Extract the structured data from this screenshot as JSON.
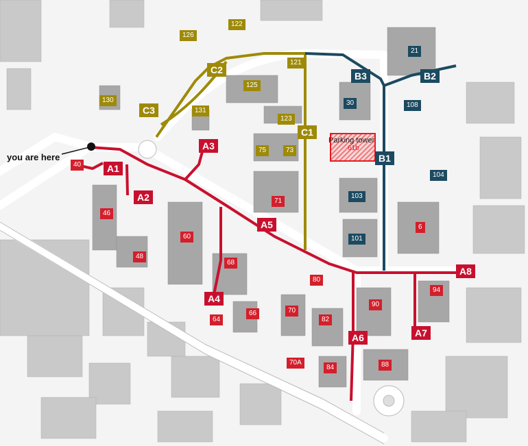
{
  "you_are_here": "you are here",
  "parking_tower": {
    "title": "Parking tower",
    "number": "61b"
  },
  "colors": {
    "red": "#d31f2c",
    "gold": "#9e8a08",
    "blue": "#1c4a60",
    "highlight": "#e8191f"
  },
  "buildings": {
    "b126": "126",
    "b122": "122",
    "b121": "121",
    "b125": "125",
    "b123": "123",
    "b130": "130",
    "b131": "131",
    "b75": "75",
    "b73": "73",
    "b21": "21",
    "b30": "30",
    "b108": "108",
    "b104": "104",
    "b103": "103",
    "b101": "101",
    "b40": "40",
    "b46": "46",
    "b48": "48",
    "b60": "60",
    "b71": "71",
    "b6": "6",
    "b68": "68",
    "b64": "64",
    "b66": "66",
    "b80": "80",
    "b70": "70",
    "b82": "82",
    "b90": "90",
    "b94": "94",
    "b88": "88",
    "b84": "84",
    "b70a": "70A"
  },
  "routes": {
    "A1": "A1",
    "A2": "A2",
    "A3": "A3",
    "A4": "A4",
    "A5": "A5",
    "A6": "A6",
    "A7": "A7",
    "A8": "A8",
    "B1": "B1",
    "B2": "B2",
    "B3": "B3",
    "C1": "C1",
    "C2": "C2",
    "C3": "C3"
  }
}
